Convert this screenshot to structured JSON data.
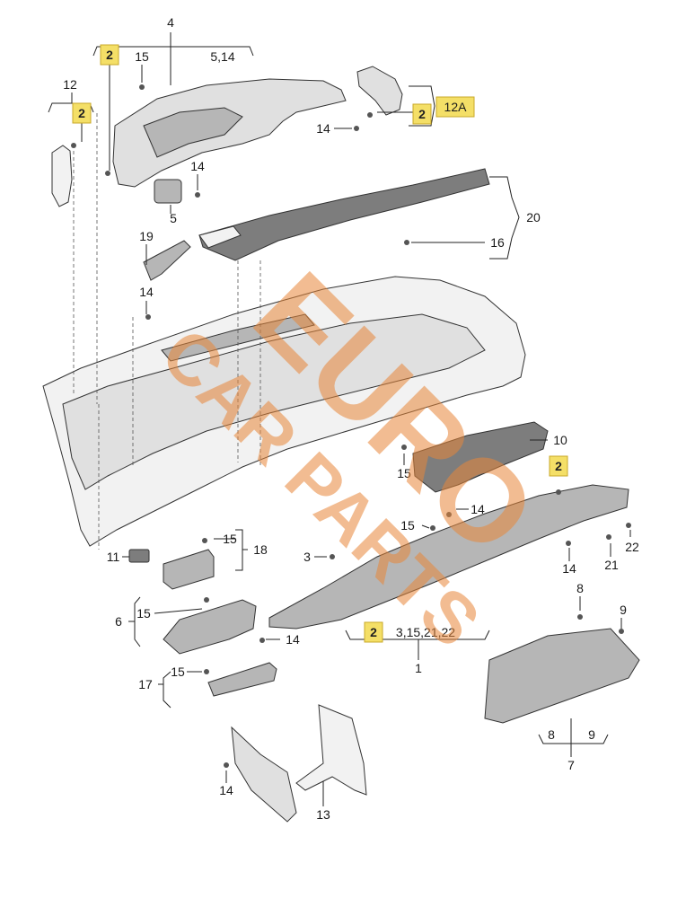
{
  "callouts": {
    "c4": "4",
    "c514": "5,14",
    "c15a": "15",
    "c12": "12",
    "c12A": "12A",
    "c14a": "14",
    "c14b": "14",
    "c5": "5",
    "c20": "20",
    "c16": "16",
    "c19": "19",
    "c14c": "14",
    "c10": "10",
    "c15b": "15",
    "c14d": "14",
    "c15c": "15",
    "c22": "22",
    "c21": "21",
    "c14e": "14",
    "c11": "11",
    "c15d": "15",
    "c18": "18",
    "c3": "3",
    "c6": "6",
    "c15e": "15",
    "c14f": "14",
    "c8top": "8",
    "c9top": "9",
    "c315": "3,15,21,22",
    "c1": "1",
    "c17": "17",
    "c15f": "15",
    "c8": "8",
    "c9": "9",
    "c7": "7",
    "c14g": "14",
    "c13": "13"
  },
  "highlights": {
    "h1": "2",
    "h2": "2",
    "h3": "2",
    "h4": "2",
    "h5": "2"
  },
  "watermark": {
    "line1": "EURO",
    "line2": "CAR PARTS"
  },
  "colors": {
    "highlight": "#f4df67",
    "watermark": "#e8873a"
  }
}
